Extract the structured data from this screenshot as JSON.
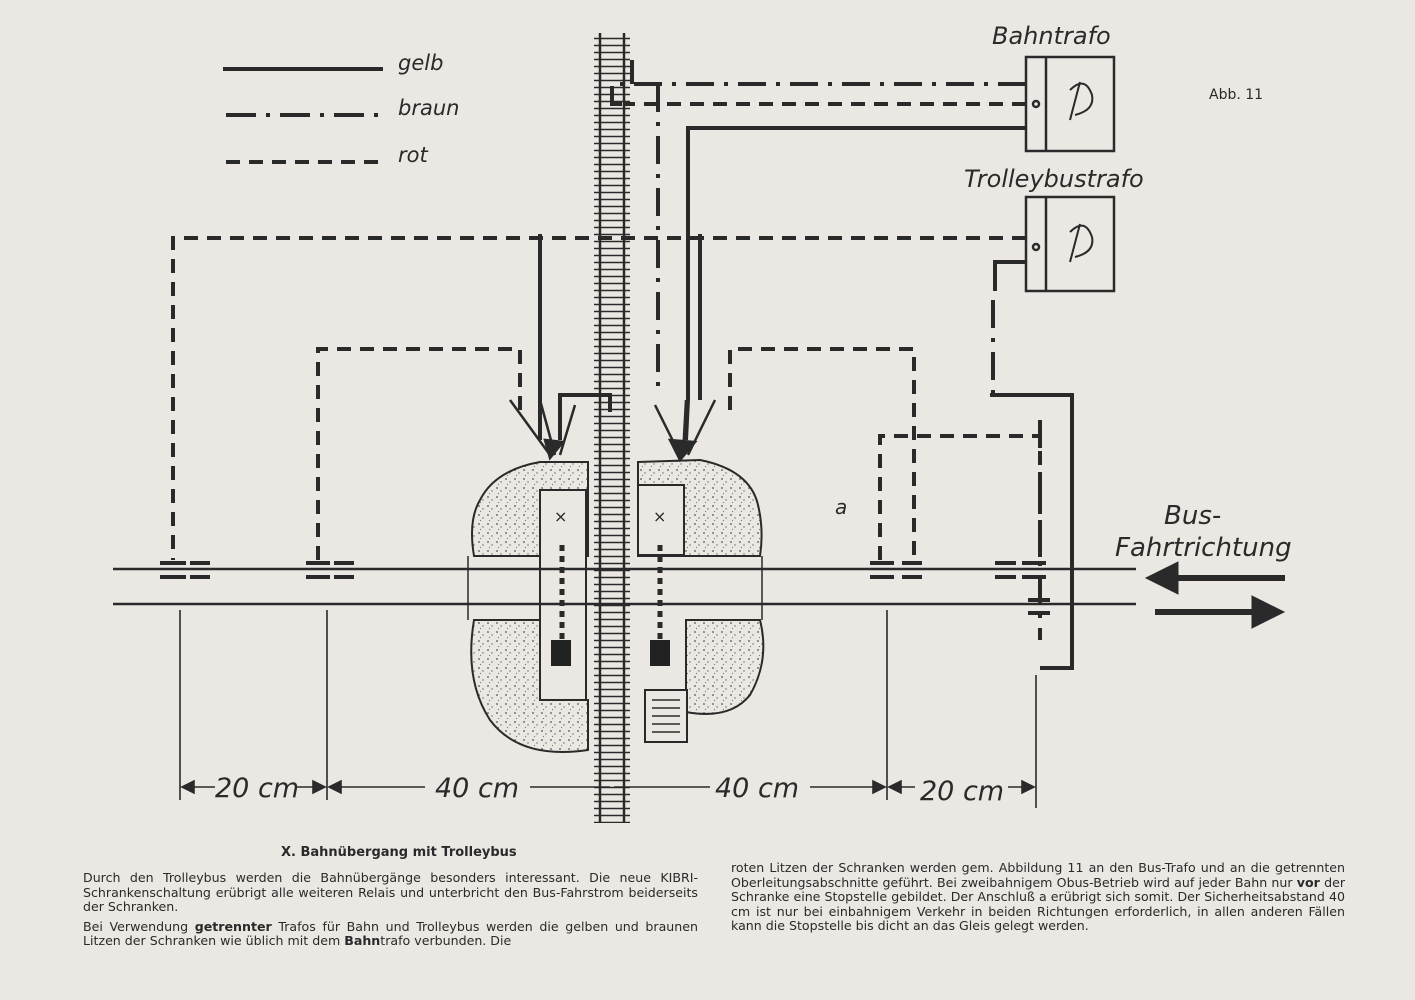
{
  "legend": {
    "gelb": "gelb",
    "braun": "braun",
    "rot": "rot"
  },
  "transformers": {
    "bahn": "Bahntrafo",
    "trolley": "Trolleybustrafo"
  },
  "figure_label": "Abb. 11",
  "point_label": "a",
  "direction_label": [
    "Bus-",
    "Fahrtrichtung"
  ],
  "dimensions": [
    "20 cm",
    "40 cm",
    "40 cm",
    "20 cm"
  ],
  "caption": {
    "title": "X. Bahnübergang mit Trolleybus",
    "left_p1": "Durch den Trolleybus werden die Bahnübergänge besonders interessant. Die neue KIBRI-Schrankenschaltung erübrigt alle weiteren Relais und unterbricht den Bus-Fahrstrom beiderseits der Schranken.",
    "left_p2_a": "Bei Verwendung ",
    "left_p2_b": "getrennter",
    "left_p2_c": " Trafos für Bahn und Trolleybus werden die gelben und braunen Litzen der Schranken wie üblich mit dem ",
    "left_p2_d": "Bahn",
    "left_p2_e": "trafo verbunden. Die",
    "right_a": "roten Litzen der Schranken werden gem. Abbildung 11 an den Bus-Trafo und an die getrennten Oberleitungsabschnitte geführt. Bei zweibahnigem Obus-Betrieb wird auf jeder Bahn nur ",
    "right_b": "vor",
    "right_c": " der Schranke eine Stopstelle gebildet. Der Anschluß a erübrigt sich somit. Der Sicherheitsabstand 40 cm ist nur bei einbahnigem Verkehr in beiden Richtungen erforderlich, in allen anderen Fällen kann die Stopstelle bis dicht an das Gleis gelegt werden."
  }
}
